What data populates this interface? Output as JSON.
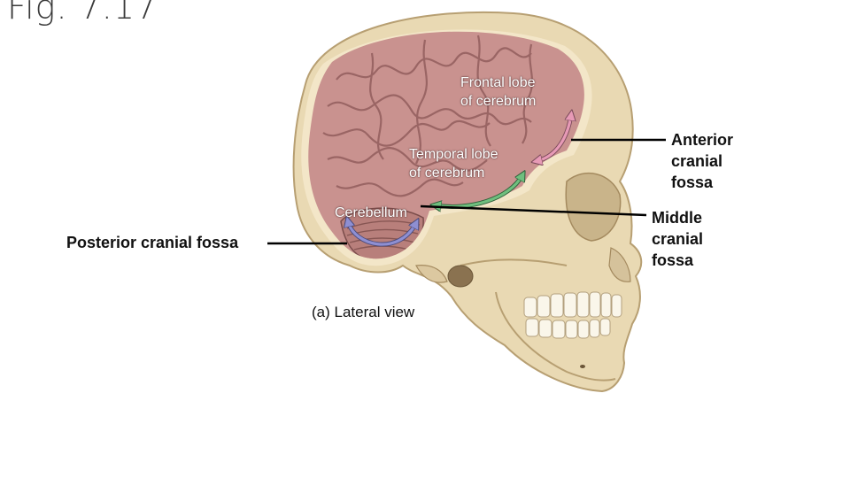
{
  "figure": {
    "title": "Fig. 7.17",
    "caption": "(a) Lateral view"
  },
  "labels": {
    "frontal_line1": "Frontal lobe",
    "frontal_line2": "of cerebrum",
    "temporal_line1": "Temporal lobe",
    "temporal_line2": "of cerebrum",
    "cerebellum": "Cerebellum",
    "posterior": "Posterior cranial fossa",
    "anterior_line1": "Anterior",
    "anterior_line2": "cranial",
    "anterior_line3": "fossa",
    "middle_line1": "Middle",
    "middle_line2": "cranial",
    "middle_line3": "fossa"
  },
  "colors": {
    "anterior_arrow": "#e79ab6",
    "middle_arrow": "#6fbf7e",
    "posterior_arrow": "#8e8fd2",
    "bone": "#e9d9b3",
    "brain": "#c9928f"
  }
}
